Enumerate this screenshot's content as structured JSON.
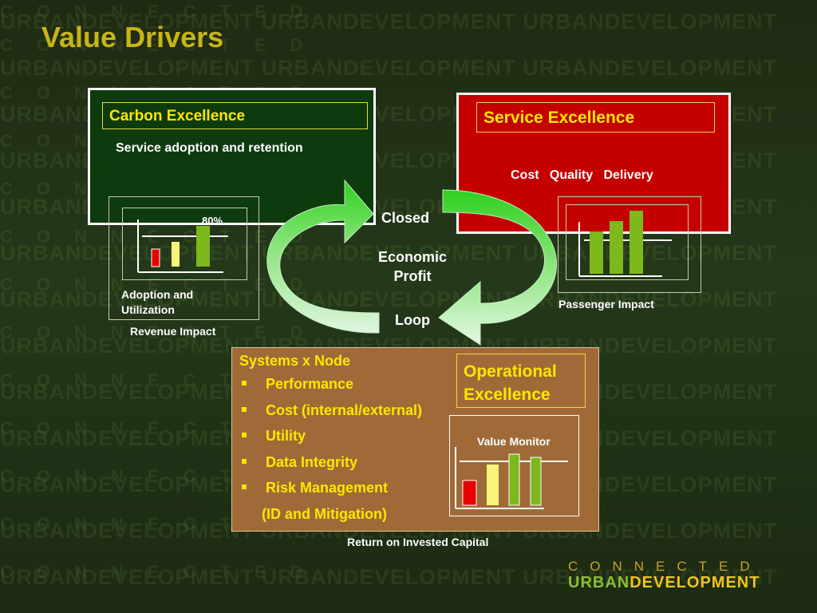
{
  "slide_title": "Value Drivers",
  "watermark": {
    "connected": "CONNECTED",
    "urban": "URBAN",
    "development": "DEVELOPMENT"
  },
  "carbon": {
    "header": "Carbon Excellence",
    "subtitle": "Service adoption and retention",
    "chart_label": "80%",
    "caption": "Adoption and Utilization",
    "impact": "Revenue Impact"
  },
  "service": {
    "header": "Service Excellence",
    "metrics": "Cost   Quality   Delivery",
    "impact": "Passenger Impact"
  },
  "loop": {
    "closed": "Closed",
    "economic": "Economic",
    "profit": "Profit",
    "loop": "Loop"
  },
  "operational": {
    "header_line1": "Operational",
    "header_line2": "Excellence",
    "list_title": "Systems x Node",
    "items": [
      "Performance",
      "Cost (internal/external)",
      "Utility",
      "Data Integrity",
      "Risk Management"
    ],
    "list_tail": "(ID and Mitigation)",
    "chart_title": "Value Monitor",
    "impact": "Return on Invested Capital"
  },
  "logo": {
    "line1": "CONNECTED",
    "line2_part1": "URBAN",
    "line2_part2": "DEVELOPMENT"
  },
  "colors": {
    "title": "#c8b418",
    "carbon_bg": "#0e3b0e",
    "service_bg": "#c40000",
    "operational_bg": "#a06a38",
    "header_text": "#ffe600",
    "bar_red": "#e80000",
    "bar_yellow": "#f6f47a",
    "bar_green": "#7db81c",
    "arrow_green": "#3fdc2a"
  }
}
